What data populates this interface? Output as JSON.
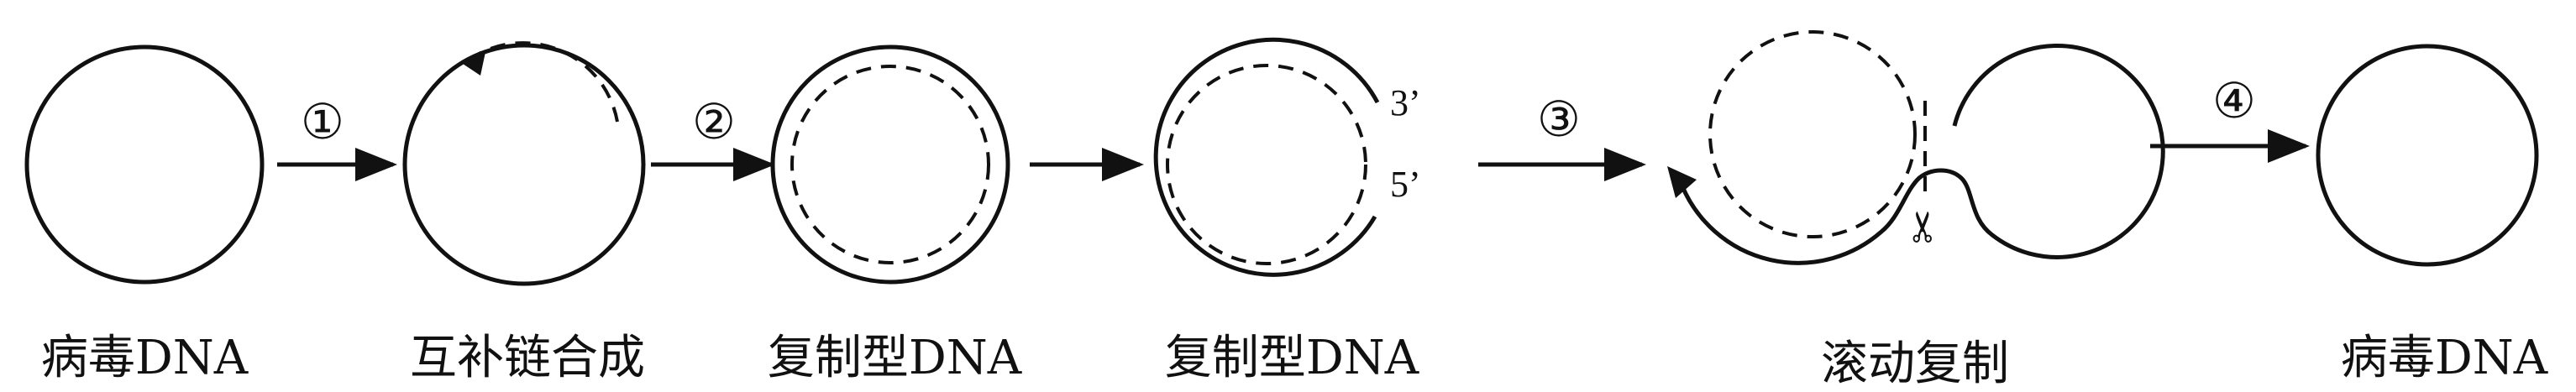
{
  "stages": [
    {
      "label": "病毒DNA"
    },
    {
      "label": "互补链合成"
    },
    {
      "label": "复制型DNA"
    },
    {
      "label": "复制型DNA"
    },
    {
      "label": "滚动复制"
    },
    {
      "label": "病毒DNA"
    }
  ],
  "steps": [
    {
      "label": "①"
    },
    {
      "label": "②"
    },
    {
      "label": "③"
    },
    {
      "label": "④"
    }
  ],
  "ends": {
    "three_prime": "3’",
    "five_prime": "5’"
  },
  "icons": {
    "scissors": "✂"
  },
  "colors": {
    "line": "#111111",
    "background": "#ffffff"
  }
}
